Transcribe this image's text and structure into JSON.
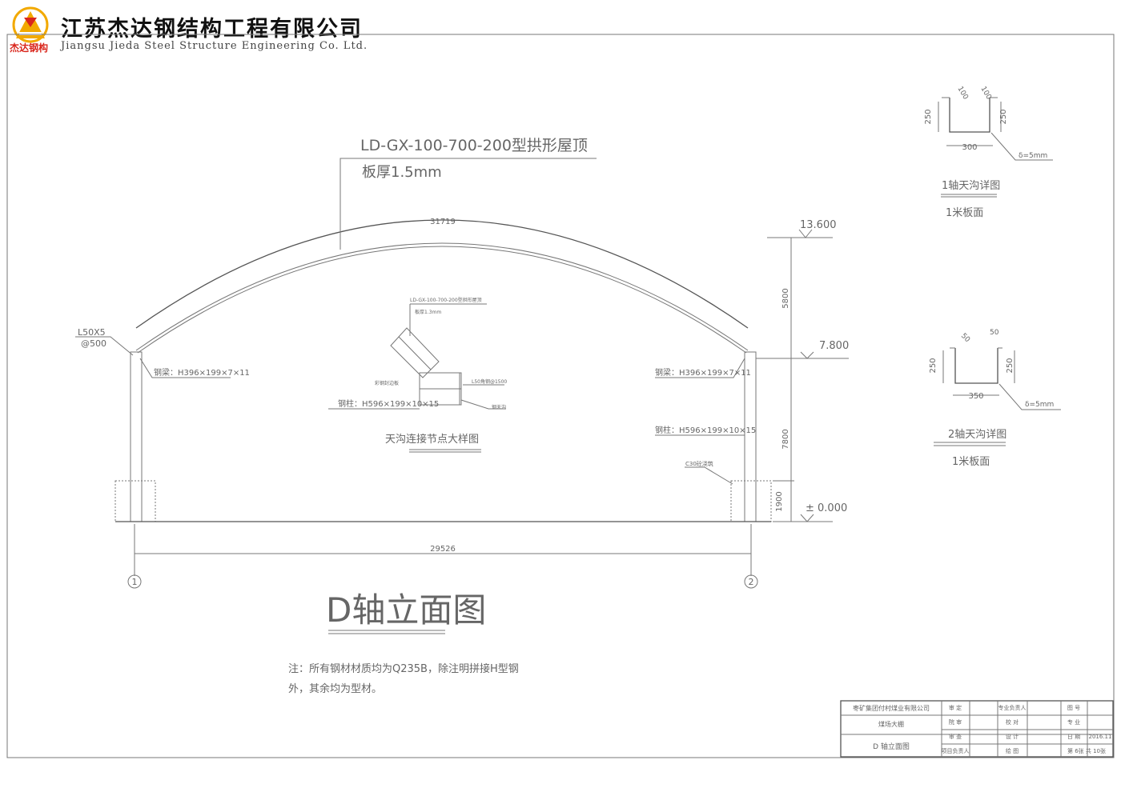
{
  "company": {
    "name_cn": "江苏杰达钢结构工程有限公司",
    "name_en": "Jiangsu Jieda Steel Structure Engineering Co. Ltd.",
    "logo_small": "杰达钢构",
    "logo_color": "#f2a900",
    "logo_red": "#d9261c"
  },
  "roof": {
    "label": "LD-GX-100-700-200型拱形屋顶",
    "thickness": "板厚1.5mm",
    "arc_length": "31719"
  },
  "left_brace": {
    "size": "L50X5",
    "spacing": "@500"
  },
  "left_beam": "钢梁：H396×199×7×11",
  "right_beam": "钢梁：H396×199×7×11",
  "right_column": "钢柱：H596×199×10×15",
  "concrete": "C30砼浇筑",
  "span": "29526",
  "axes": [
    "1",
    "2"
  ],
  "elevations": {
    "top": "13.600",
    "mid": "7.800",
    "zero": "± 0.000"
  },
  "vertical_dims": [
    "5800",
    "7800",
    "1900"
  ],
  "detail": {
    "roof_label": "LD-GX-100-700-200型拱形屋顶",
    "thickness": "板厚1.3mm",
    "gutter_note": "彩钢封边板",
    "angle": "L50角钢@1500",
    "gutter": "钢天沟",
    "column": "钢柱：H596×199×10×15",
    "title": "天沟连接节点大样图"
  },
  "main_title": "D轴立面图",
  "notes": [
    "注：所有钢材材质均为Q235B，除注明拼接H型钢",
    "外，其余均为型材。"
  ],
  "gutter1": {
    "dim_top_left": "100",
    "dim_top_right": "100",
    "height_left": "250",
    "height_right": "250",
    "width": "300",
    "thickness": "δ=5mm",
    "title": "1轴天沟详图",
    "subtitle": "1米板面"
  },
  "gutter2": {
    "dim_top_left": "50",
    "dim_top_right": "50",
    "height_left": "250",
    "height_right": "250",
    "width": "350",
    "thickness": "δ=5mm",
    "title": "2轴天沟详图",
    "subtitle": "1米板面"
  },
  "title_block": {
    "client": "枣矿集团付村煤业有限公司",
    "project": "煤场大棚",
    "drawing": "D 轴立面图",
    "row_labels": [
      "审  定",
      "院  审",
      "审  查",
      "项目负责人"
    ],
    "mid_labels": [
      "专业负责人",
      "校  对",
      "设  计",
      "绘  图"
    ],
    "right_labels": [
      "图  号",
      "专  业",
      "日  期",
      "第 6张  共 10张"
    ],
    "date": "2016.11"
  }
}
